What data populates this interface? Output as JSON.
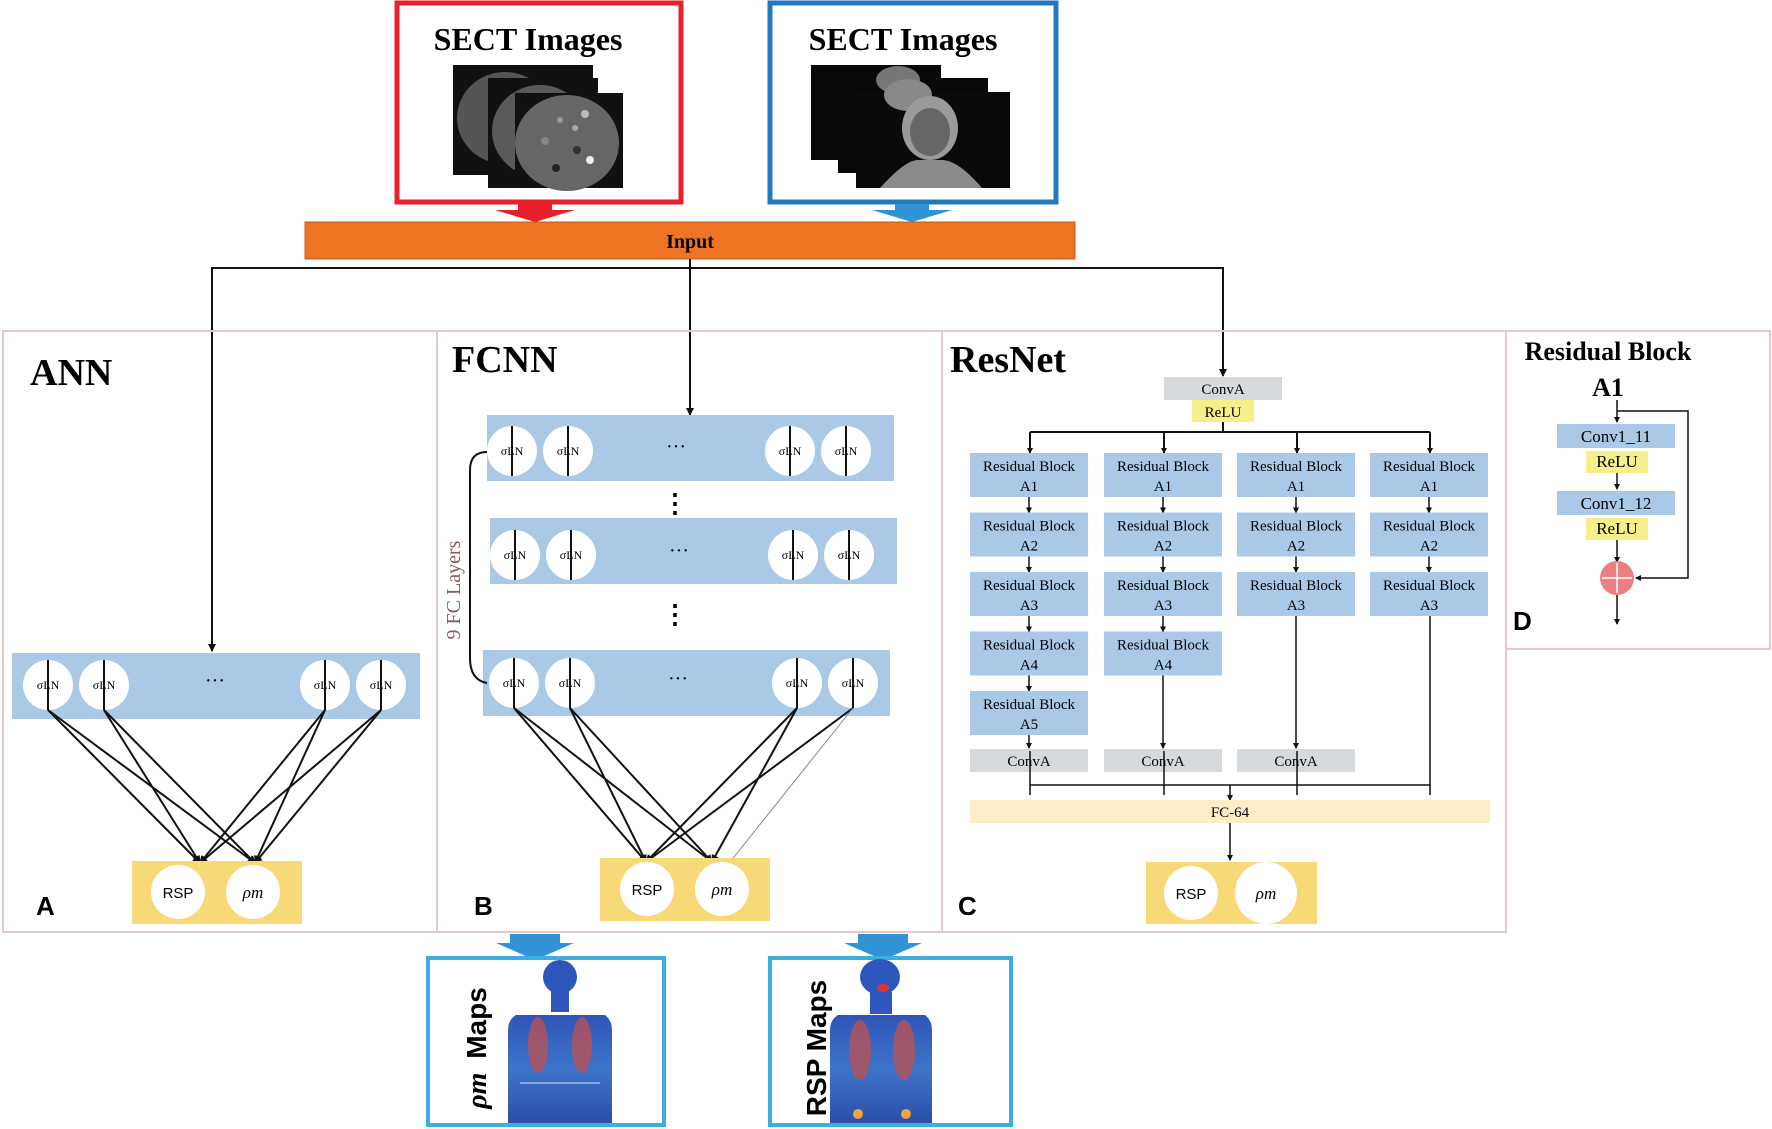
{
  "inputs": [
    {
      "title": "SECT Images",
      "border_color": "#e8202a"
    },
    {
      "title": "SECT Images",
      "border_color": "#1f78c1"
    }
  ],
  "input_bar": {
    "label": "Input",
    "color": "#ee7424"
  },
  "panels": {
    "ann": {
      "title": "ANN",
      "letter": "A",
      "neuron_label": "σLN",
      "ellipsis": "···",
      "outputs": [
        "RSP",
        "ρm"
      ]
    },
    "fcnn": {
      "title": "FCNN",
      "letter": "B",
      "neuron_label": "σLN",
      "ellipsis": "···",
      "vertical_ellipsis": "⋮",
      "side_label": "9 FC Layers",
      "outputs": [
        "RSP",
        "ρm"
      ]
    },
    "resnet": {
      "title": "ResNet",
      "letter": "C",
      "top_conv": "ConvA",
      "top_relu": "ReLU",
      "block_prefix": "Residual Block",
      "columns": [
        [
          "A1",
          "A2",
          "A3",
          "A4",
          "A5"
        ],
        [
          "A1",
          "A2",
          "A3",
          "A4"
        ],
        [
          "A1",
          "A2",
          "A3"
        ],
        [
          "A1",
          "A2",
          "A3"
        ]
      ],
      "bottom_convs": [
        "ConvA",
        "ConvA",
        "ConvA"
      ],
      "fc": "FC-64",
      "outputs": [
        "RSP",
        "ρm"
      ]
    },
    "residual": {
      "title_line1": "Residual Block",
      "title_line2": "A1",
      "letter": "D",
      "conv1": "Conv1_11",
      "relu1": "ReLU",
      "conv2": "Conv1_12",
      "relu2": "ReLU"
    }
  },
  "maps": [
    {
      "label_symbol": "ρm",
      "label_text": "Maps"
    },
    {
      "label_text": "RSP Maps"
    }
  ],
  "colors": {
    "panel_border": "#e2c8c8",
    "layer_fill": "#a9c9e6",
    "block_fill": "#a9c9e6",
    "conv_fill": "#d7dadd",
    "relu_fill": "#f5f08a",
    "fc_fill": "#fbedc7",
    "output_fill": "#f8d978",
    "map_border": "#3aaee0",
    "arrow_blue": "#2f93d6",
    "arrow_red": "#e8202a",
    "sum_node": "#ec7f82"
  }
}
